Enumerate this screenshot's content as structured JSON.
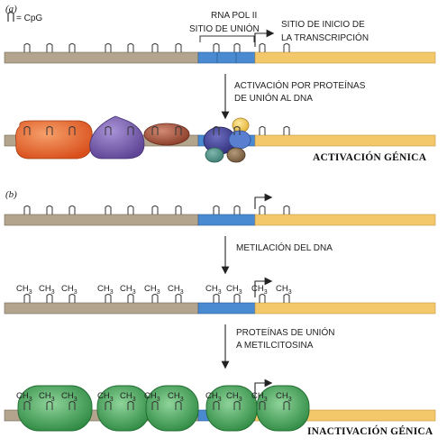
{
  "legend": {
    "symbol_label": "= CpG"
  },
  "panel_a": {
    "letter": "(a)",
    "rna_pol_line1": "RNA POL II",
    "rna_pol_line2": "SITIO DE UNIÓN",
    "tss_line1": "SITIO DE INICIO DE",
    "tss_line2": "LA TRANSCRIPCIÓN",
    "step_line1": "ACTIVACIÓN POR PROTEÍNAS",
    "step_line2": "DE UNIÓN AL DNA",
    "result": "ACTIVACIÓN GÉNICA"
  },
  "panel_b": {
    "letter": "(b)",
    "step1": "METILACIÓN DEL DNA",
    "methyl": "CH3",
    "step2_line1": "PROTEÍNAS DE UNIÓN",
    "step2_line2": "A METILCITOSINA",
    "result": "INACTIVACIÓN GÉNICA"
  },
  "colors": {
    "dna_grey": "#b3a58d",
    "promoter_blue": "#4a8ad0",
    "gene_yellow": "#f3c86a",
    "orange_protein": "#e8652a",
    "purple_protein": "#7d5fb0",
    "brown_protein": "#a0503a",
    "green_protein": "#3f9a52"
  }
}
